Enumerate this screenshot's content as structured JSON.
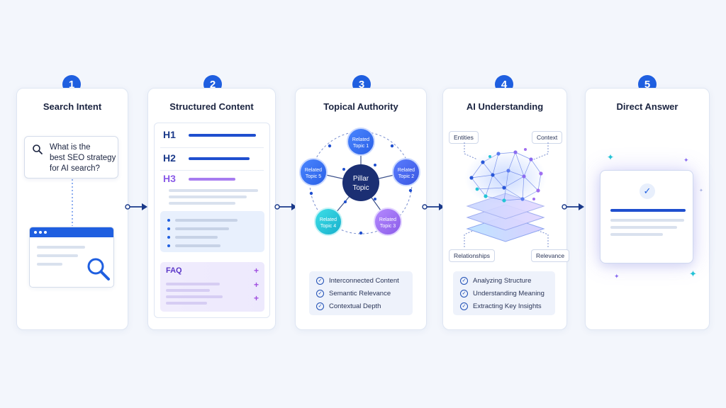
{
  "steps": [
    {
      "number": "1",
      "title": "Search Intent"
    },
    {
      "number": "2",
      "title": "Structured Content"
    },
    {
      "number": "3",
      "title": "Topical Authority"
    },
    {
      "number": "4",
      "title": "AI Understanding"
    },
    {
      "number": "5",
      "title": "Direct Answer"
    }
  ],
  "search": {
    "query_lines": [
      "What is the",
      "best SEO strategy",
      "for AI search?"
    ]
  },
  "structured": {
    "headings": [
      "H1",
      "H2",
      "H3"
    ],
    "faq_label": "FAQ",
    "faq_plus": "+"
  },
  "topical": {
    "pillar_line1": "Pillar",
    "pillar_line2": "Topic",
    "related": [
      {
        "line1": "Related",
        "line2": "Topic 1"
      },
      {
        "line1": "Related",
        "line2": "Topic 2"
      },
      {
        "line1": "Related",
        "line2": "Topic 3"
      },
      {
        "line1": "Related",
        "line2": "Topic 4"
      },
      {
        "line1": "Related",
        "line2": "Topic 5"
      }
    ],
    "checklist": [
      "Interconnected Content",
      "Semantic Relevance",
      "Contextual Depth"
    ]
  },
  "ai": {
    "tags": {
      "entities": "Entities",
      "context": "Context",
      "relationships": "Relationships",
      "relevance": "Relevance"
    },
    "checklist": [
      "Analyzing Structure",
      "Understanding Meaning",
      "Extracting Key Insights"
    ]
  },
  "colors": {
    "accent": "#1f5fe0",
    "navy": "#1b3a8a",
    "purple": "#a06ef0",
    "cyan": "#22c5d6"
  }
}
